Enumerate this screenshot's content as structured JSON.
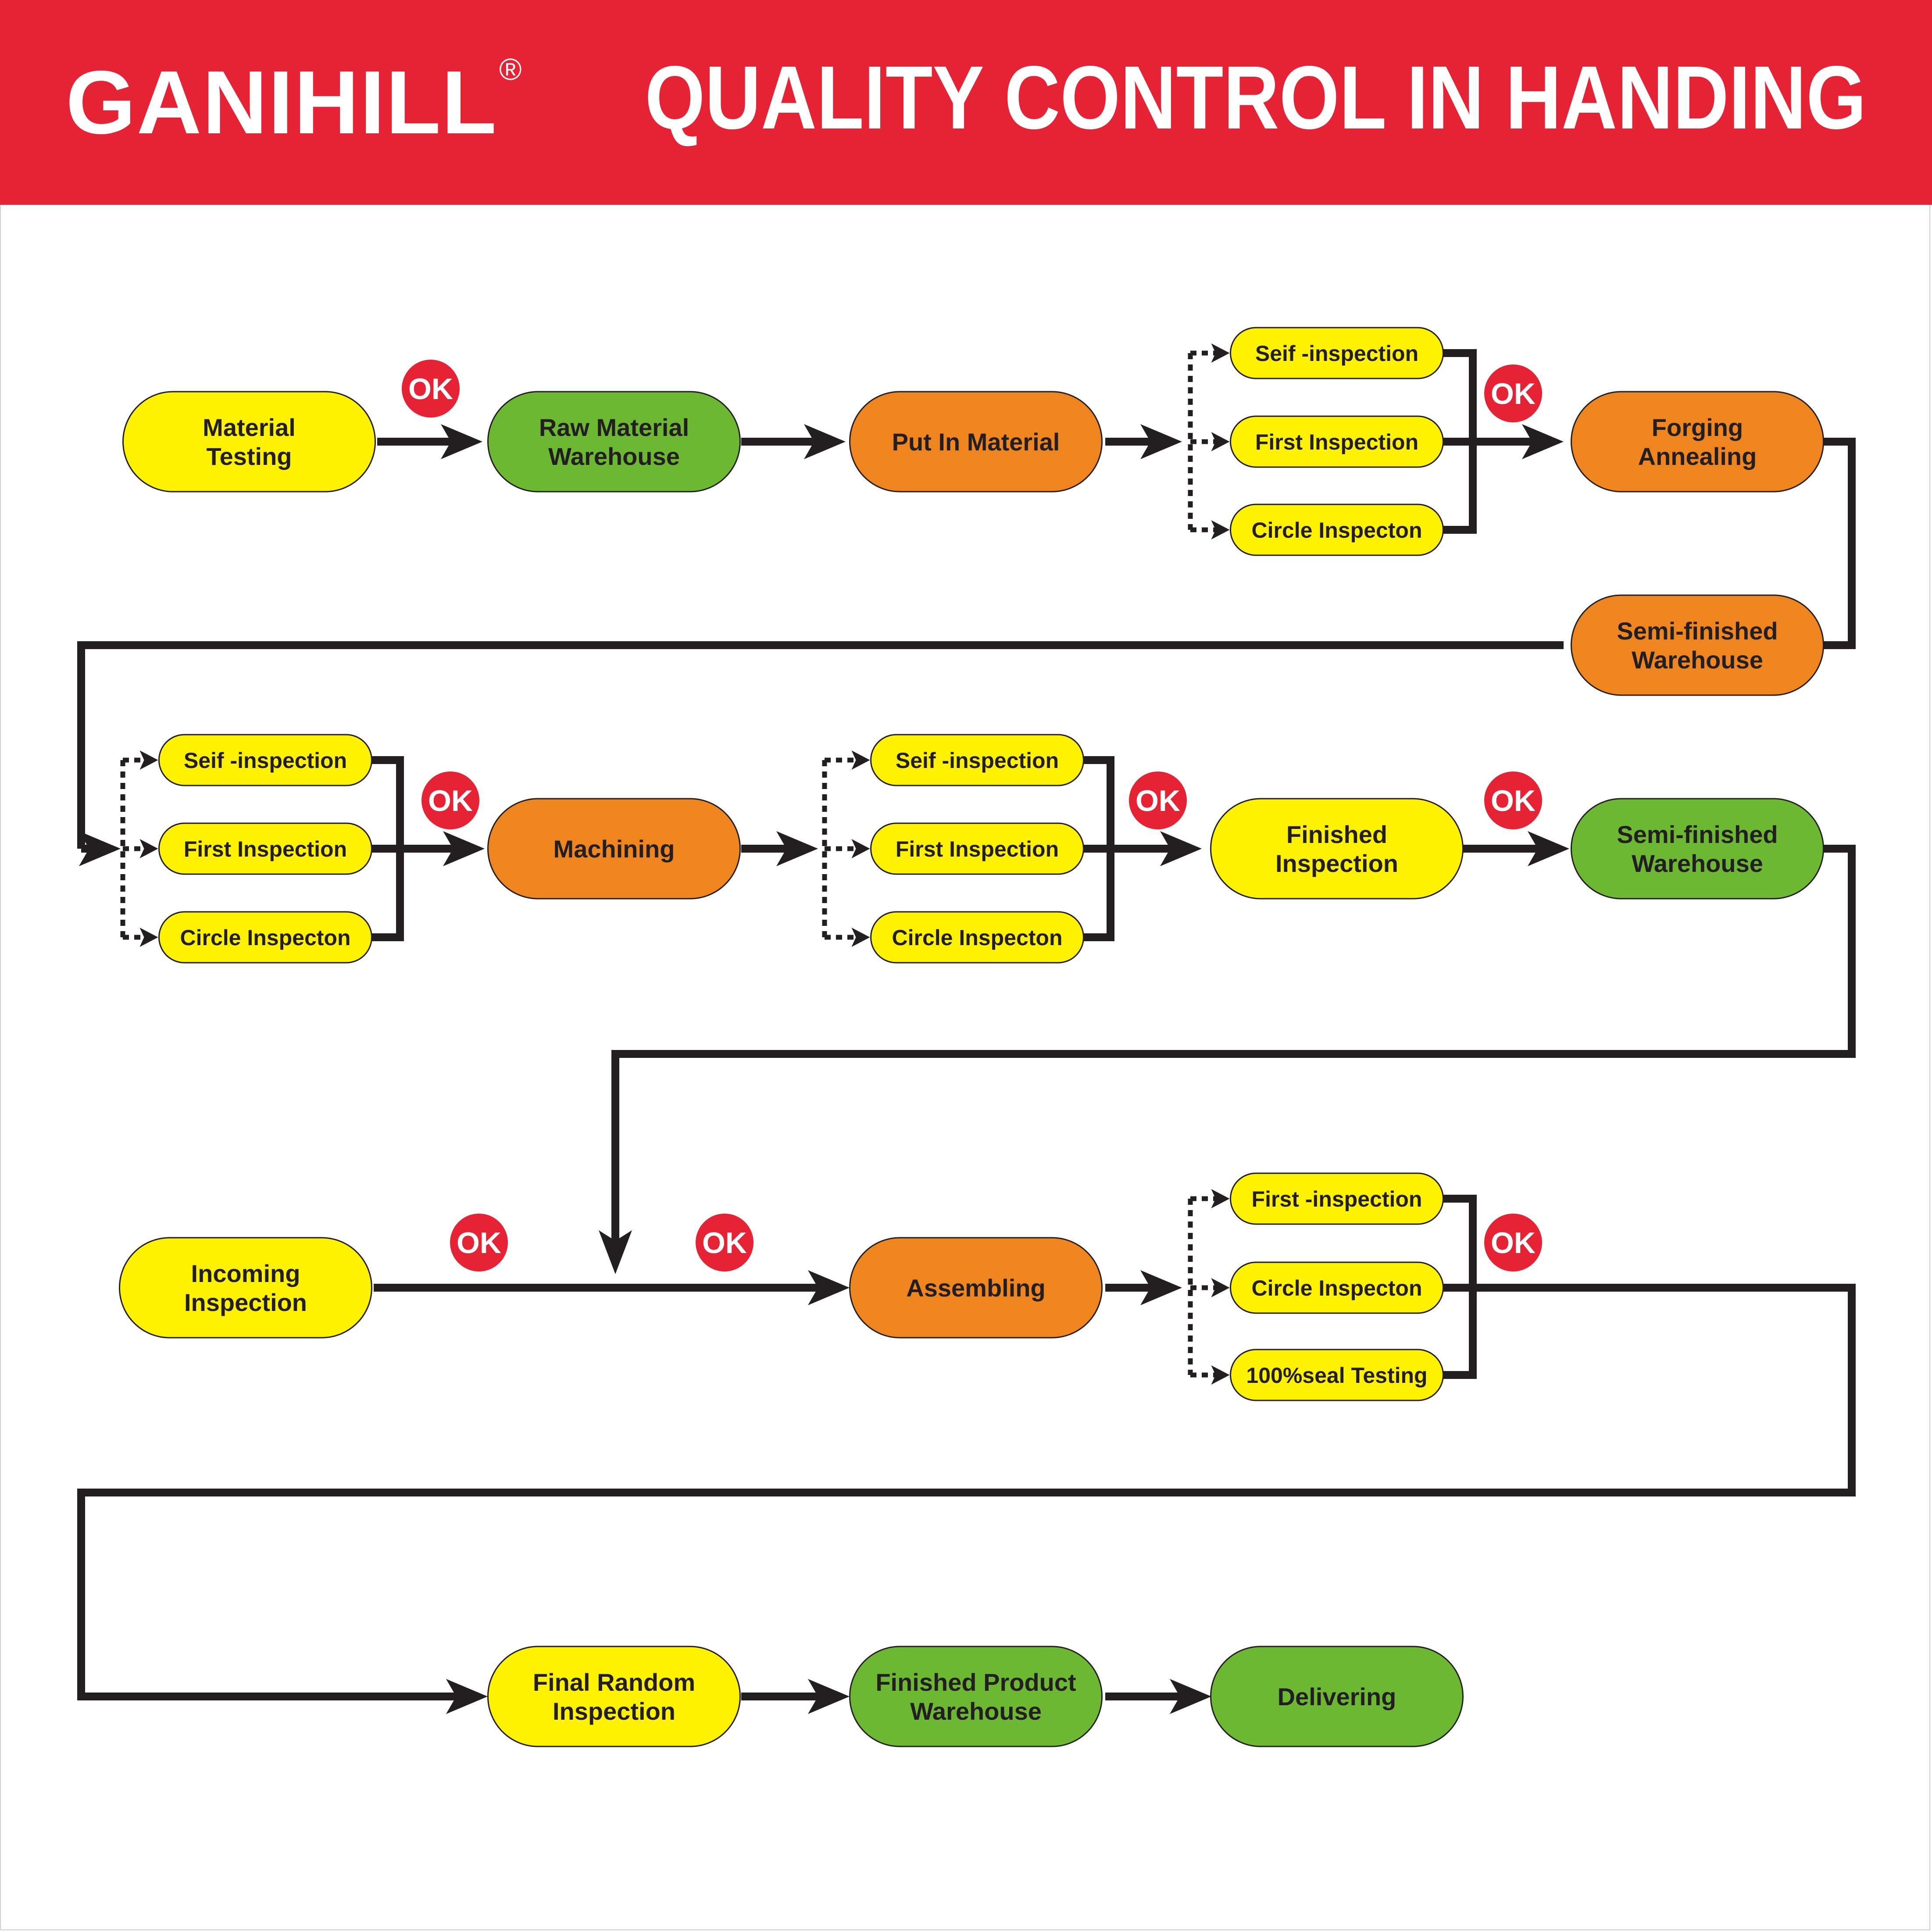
{
  "header": {
    "brand": "GANIHILL",
    "registered_mark": "®",
    "title": "QUALITY CONTROL IN HANDING"
  },
  "colors": {
    "banner": "#E62235",
    "yellow_node": "#FFF200",
    "green_node": "#6DB832",
    "orange_node": "#EE851F",
    "ok_badge": "#E62235",
    "arrow": "#231F20"
  },
  "ok_label": "OK",
  "nodes": {
    "material_testing": {
      "lines": [
        "Material",
        "Testing"
      ],
      "color": "yellow"
    },
    "raw_material_warehouse": {
      "lines": [
        "Raw Material",
        "Warehouse"
      ],
      "color": "green"
    },
    "put_in_material": {
      "lines": [
        "Put In Material"
      ],
      "color": "orange"
    },
    "forging_annealing": {
      "lines": [
        "Forging",
        "Annealing"
      ],
      "color": "orange"
    },
    "semi_finished_warehouse_1": {
      "lines": [
        "Semi-finished",
        "Warehouse"
      ],
      "color": "orange"
    },
    "machining": {
      "lines": [
        "Machining"
      ],
      "color": "orange"
    },
    "finished_inspection": {
      "lines": [
        "Finished",
        "Inspection"
      ],
      "color": "yellow"
    },
    "semi_finished_warehouse_2": {
      "lines": [
        "Semi-finished",
        "Warehouse"
      ],
      "color": "green"
    },
    "incoming_inspection": {
      "lines": [
        "Incoming",
        "Inspection"
      ],
      "color": "yellow"
    },
    "assembling": {
      "lines": [
        "Assembling"
      ],
      "color": "orange"
    },
    "final_random_inspection": {
      "lines": [
        "Final Random",
        "Inspection"
      ],
      "color": "yellow"
    },
    "finished_product_warehouse": {
      "lines": [
        "Finished Product",
        "Warehouse"
      ],
      "color": "green"
    },
    "delivering": {
      "lines": [
        "Delivering"
      ],
      "color": "green"
    }
  },
  "inspection_groups": {
    "after_put_in": [
      "Seif -inspection",
      "First Inspection",
      "Circle Inspecton"
    ],
    "before_machining": [
      "Seif -inspection",
      "First Inspection",
      "Circle Inspecton"
    ],
    "after_machining": [
      "Seif -inspection",
      "First Inspection",
      "Circle Inspecton"
    ],
    "after_assembling": [
      "First -inspection",
      "Circle Inspecton",
      "100%seal Testing"
    ]
  }
}
